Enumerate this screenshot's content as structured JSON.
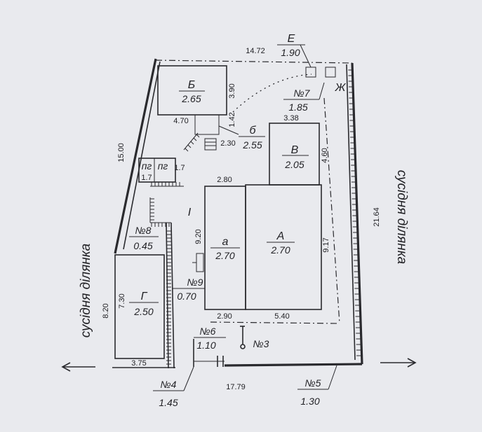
{
  "neighbors": {
    "left": "сусідня ділянка",
    "right": "сусідня ділянка"
  },
  "buildings": {
    "B": {
      "letter": "Б",
      "height": "2.65"
    },
    "V": {
      "letter": "В",
      "height": "2.05"
    },
    "A": {
      "letter": "А",
      "height": "2.70"
    },
    "a": {
      "letter": "а",
      "height": "2.70"
    },
    "G": {
      "letter": "Г",
      "height": "2.50"
    },
    "d": {
      "letter": "б",
      "height": "2.55"
    },
    "pg": {
      "letter": "пг",
      "height": "1.7"
    }
  },
  "fences": {
    "n7": {
      "label": "№7",
      "height": "1.85"
    },
    "n8": {
      "label": "№8",
      "height": "0.45"
    },
    "n9": {
      "label": "№9",
      "height": "0.70"
    },
    "n6": {
      "label": "№6",
      "height": "1.10"
    },
    "n4": {
      "label": "№4",
      "height": "1.45"
    },
    "n5": {
      "label": "№5",
      "height": "1.30"
    },
    "n3": {
      "label": "№3"
    },
    "e": {
      "label": "Е",
      "height": "1.90"
    }
  },
  "markers": {
    "court": "I",
    "zh": "Ж"
  },
  "dimensions": {
    "top": "14.72",
    "left_side": "15.00",
    "right_side": "21.64",
    "bottom": "17.79",
    "b_width": "4.70",
    "b_height": "3.90",
    "b_gap": "1.42",
    "passage": "2.30",
    "v_width": "3.38",
    "v_height": "4.60",
    "a_top": "2.80",
    "a_height": "9.20",
    "a_right": "9.17",
    "a_bottom_left": "2.90",
    "a_bottom_right": "5.40",
    "g_outer": "8.20",
    "g_inner": "7.30",
    "g_bottom": "3.75"
  }
}
